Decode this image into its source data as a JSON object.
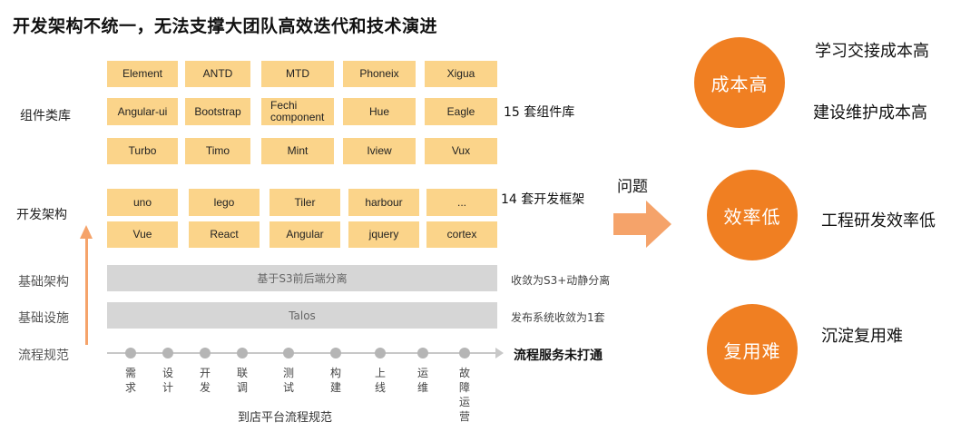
{
  "title": "开发架构不统一，无法支撑大团队高效迭代和技术演进",
  "row_labels": {
    "components": "组件类库",
    "frameworks": "开发架构",
    "base_arch": "基础架构",
    "infra": "基础设施",
    "flow": "流程规范"
  },
  "component_libs": [
    [
      "Element",
      "ANTD",
      "MTD",
      "Phoneix",
      "Xigua"
    ],
    [
      "Angular-ui",
      "Bootstrap",
      "Fechi component",
      "Hue",
      "Eagle"
    ],
    [
      "Turbo",
      "Timo",
      "Mint",
      "Iview",
      "Vux"
    ]
  ],
  "component_count": "15 套组件库",
  "frameworks": [
    [
      "uno",
      "lego",
      "Tiler",
      "harbour",
      "..."
    ],
    [
      "Vue",
      "React",
      "Angular",
      "jquery",
      "cortex"
    ]
  ],
  "framework_count": "14 套开发框架",
  "base_arch_bar": "基于S3前后端分离",
  "base_arch_note": "收敛为S3+动静分离",
  "infra_bar": "Talos",
  "infra_note": "发布系统收敛为1套",
  "flow_steps": [
    "需求",
    "设计",
    "开发",
    "联调",
    "测试",
    "构建",
    "上线",
    "运维",
    "故障运营"
  ],
  "flow_caption": "到店平台流程规范",
  "flow_label": "流程服务未打通",
  "issue_label": "问题",
  "colors": {
    "chip": "#fbd48a",
    "accent": "#f07f22",
    "bar": "#d6d6d6",
    "arrow": "#f5a36a"
  },
  "issues": [
    {
      "name": "成本高",
      "details": [
        "学习交接成本高",
        "建设维护成本高"
      ]
    },
    {
      "name": "效率低",
      "details": [
        "工程研发效率低"
      ]
    },
    {
      "name": "复用难",
      "details": [
        "沉淀复用难"
      ]
    }
  ]
}
